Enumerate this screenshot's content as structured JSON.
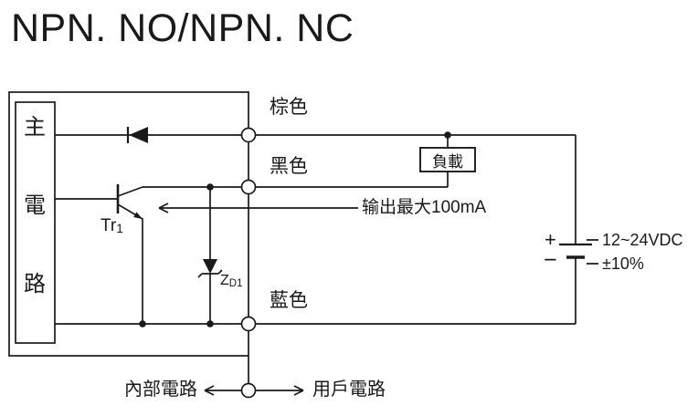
{
  "colors": {
    "line": "#1a1a1a",
    "background": "#ffffff"
  },
  "diagram": {
    "title": "NPN. NO/NPN. NC",
    "sensor_box": {
      "label": "主電路"
    },
    "wires": {
      "brown": "棕色",
      "black": "黑色",
      "blue": "藍色"
    },
    "load": {
      "label": "負載"
    },
    "output_note": "输出最大100mA",
    "transistor": {
      "name": "Tr",
      "sub": "1"
    },
    "zener": {
      "name": "Z",
      "sub": "D1"
    },
    "power": {
      "plus": "+",
      "minus": "−",
      "voltage": "12~24VDC",
      "tolerance": "±10%"
    },
    "footer": {
      "internal": "內部電路",
      "user": "用戶電路"
    }
  }
}
